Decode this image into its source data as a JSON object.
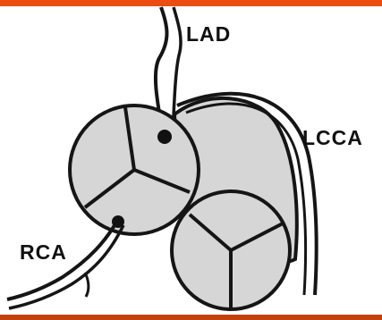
{
  "labels": {
    "lad": "LAD",
    "lcca": "LCCA",
    "rca": "RCA"
  },
  "colors": {
    "border_orange": "#ea4c12",
    "border_bottom": "#c2410c",
    "cusp_fill": "#d6d6d6",
    "line": "#151515",
    "background": "#ffffff"
  }
}
